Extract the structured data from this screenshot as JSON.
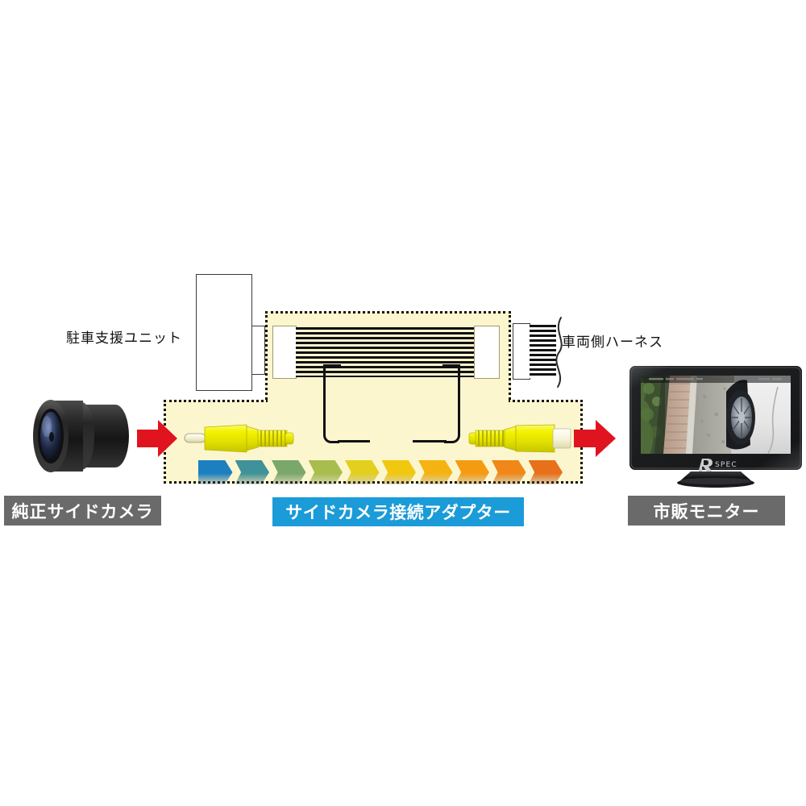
{
  "diagram": {
    "title": "side-camera-connection-adapter-wiring-diagram",
    "background_color": "#ffffff"
  },
  "labels": {
    "parking_assist_unit": "駐車支援ユニット",
    "vehicle_harness": "車両側ハーネス"
  },
  "badges": {
    "camera": {
      "text": "純正サイドカメラ",
      "background_color": "#6a6a6a",
      "text_color": "#ffffff"
    },
    "adapter": {
      "text": "サイドカメラ接続アダプター",
      "background_color": "#1b9bd8",
      "text_color": "#ffffff"
    },
    "monitor": {
      "text": "市販モニター",
      "background_color": "#6a6a6a",
      "text_color": "#ffffff"
    }
  },
  "components": {
    "camera": {
      "name": "純正サイドカメラ",
      "body_color": "#1a1a1a",
      "lens_color": "#2a3a5c"
    },
    "parking_assist_unit": {
      "name": "駐車支援ユニット",
      "body_color": "#ffffff",
      "outline_color": "#3b3b3b"
    },
    "adapter_region": {
      "fill_color": "#fcf6cf",
      "border_style": "dotted",
      "border_color": "#111111"
    },
    "ribbon_cable": {
      "wire_count": 11,
      "wire_color": "#111111",
      "connector_color": "#ffffff"
    },
    "rca_left": {
      "type": "rca-male-plug",
      "color": "#eded00",
      "direction": "left"
    },
    "rca_right": {
      "type": "rca-female-jack",
      "color": "#eded00",
      "direction": "right"
    },
    "vehicle_harness": {
      "name": "車両側ハーネス",
      "connector_color": "#ffffff",
      "wire_color": "#111111"
    },
    "monitor": {
      "name": "市販モニター",
      "brand_text": "R SPEC",
      "bezel_color": "#2a2a2a",
      "screen_content": "side-view camera image of car wheel and curb"
    }
  },
  "arrows": {
    "red_color": "#e0141e",
    "left_arrow_name": "camera-to-adapter-arrow",
    "right_arrow_name": "adapter-to-monitor-arrow"
  },
  "chart_data": {
    "type": "flow-chevrons",
    "title": "signal flow direction",
    "count": 10,
    "colors": [
      "#1b7fc0",
      "#3f9299",
      "#7aa86a",
      "#a8bd4e",
      "#e2cf1e",
      "#f2c70f",
      "#f5b312",
      "#f59b12",
      "#f08718",
      "#e8701a"
    ],
    "direction": "left-to-right"
  }
}
